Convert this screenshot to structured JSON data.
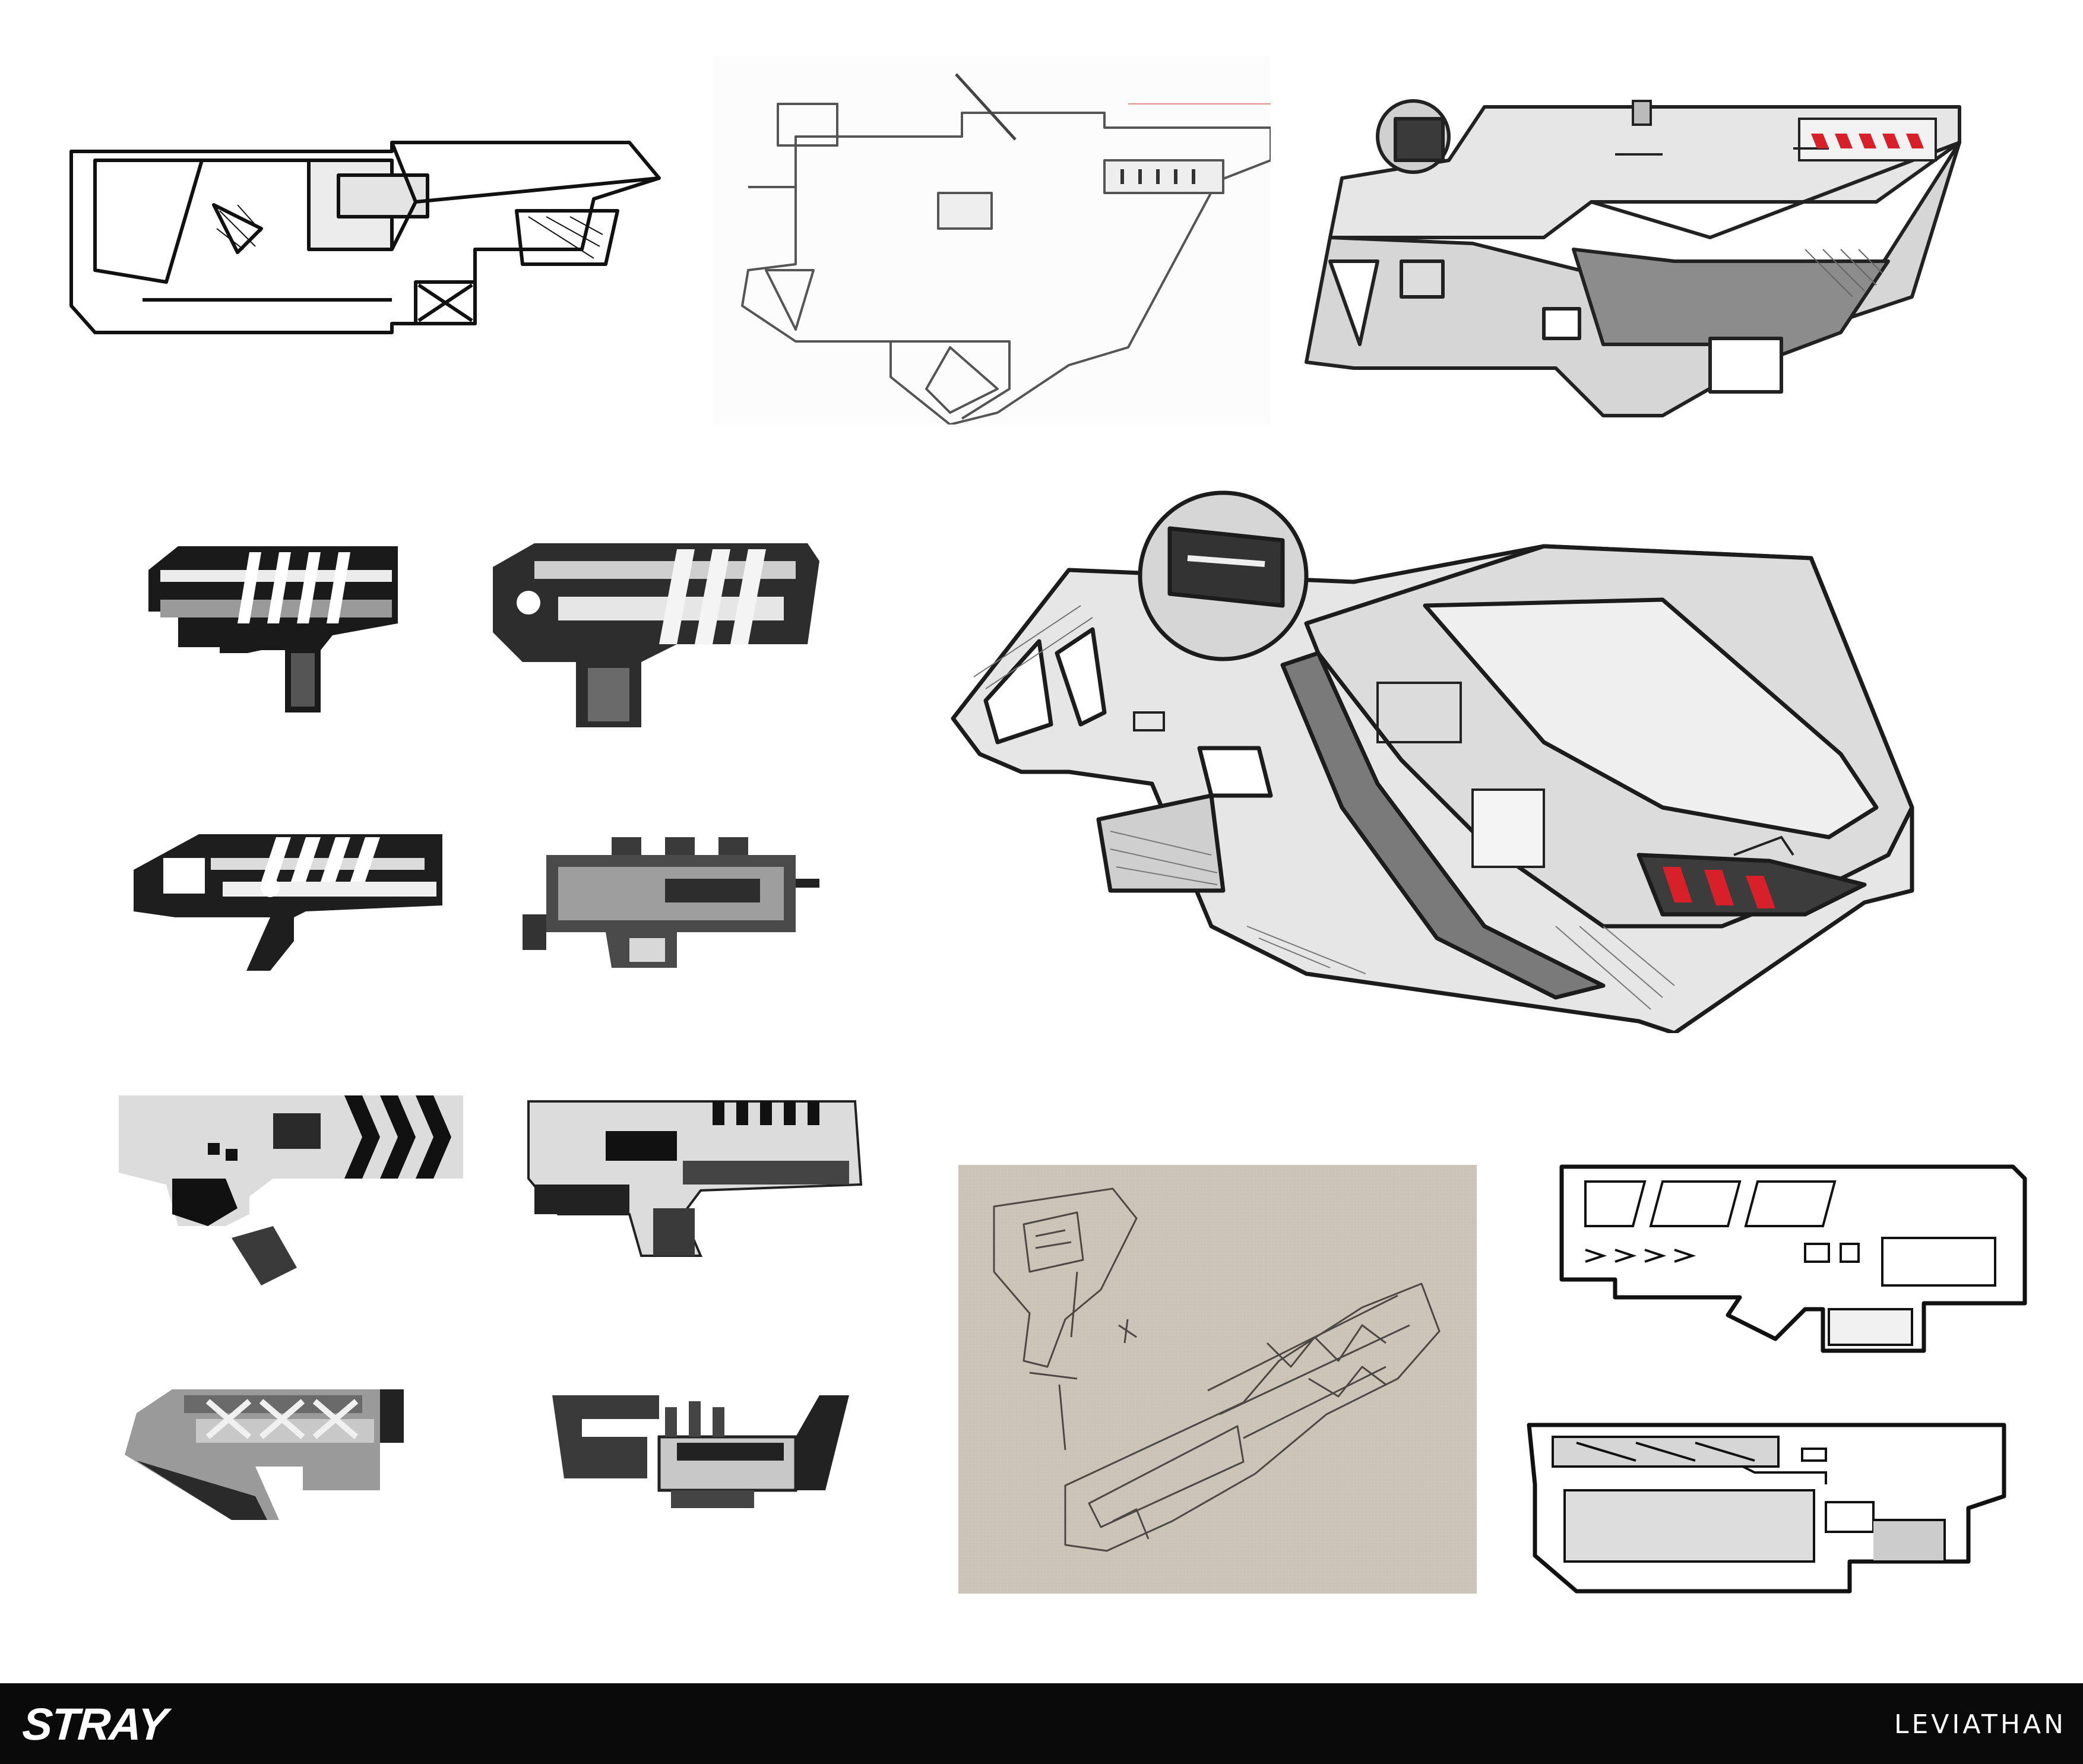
{
  "footer": {
    "brand_logo_text": "STRAY",
    "studio_name": "LEVIATHAN",
    "background": "#0a0a0a",
    "text_color": "#ffffff"
  },
  "sketches": [
    {
      "name": "blaster-rough-ink-sketch",
      "style": "ink lineart"
    },
    {
      "name": "blaster-pencil-sketch",
      "style": "pencil lineart"
    },
    {
      "name": "blaster-shaded-sketch",
      "style": "grey shaded with red vents"
    },
    {
      "name": "blaster-3q-render",
      "style": "three-quarter shaded view"
    },
    {
      "name": "silhouette-1",
      "style": "greyscale silhouette"
    },
    {
      "name": "silhouette-2",
      "style": "greyscale silhouette"
    },
    {
      "name": "silhouette-3",
      "style": "greyscale silhouette"
    },
    {
      "name": "silhouette-4",
      "style": "greyscale silhouette"
    },
    {
      "name": "silhouette-5",
      "style": "greyscale silhouette"
    },
    {
      "name": "silhouette-6",
      "style": "greyscale silhouette"
    },
    {
      "name": "silhouette-7",
      "style": "greyscale silhouette"
    },
    {
      "name": "silhouette-8",
      "style": "greyscale silhouette"
    },
    {
      "name": "paper-pencil-sketch",
      "style": "graphite on beige paper"
    },
    {
      "name": "clean-lineart-1",
      "style": "clean black lineart"
    },
    {
      "name": "clean-lineart-2",
      "style": "clean black lineart"
    }
  ],
  "colors": {
    "accent_red": "#d8202a",
    "paper": "#cdc4b9",
    "ink": "#111111",
    "light_grey": "#e4e4e4",
    "mid_grey": "#9a9a9a",
    "dark_grey": "#3a3a3a"
  }
}
